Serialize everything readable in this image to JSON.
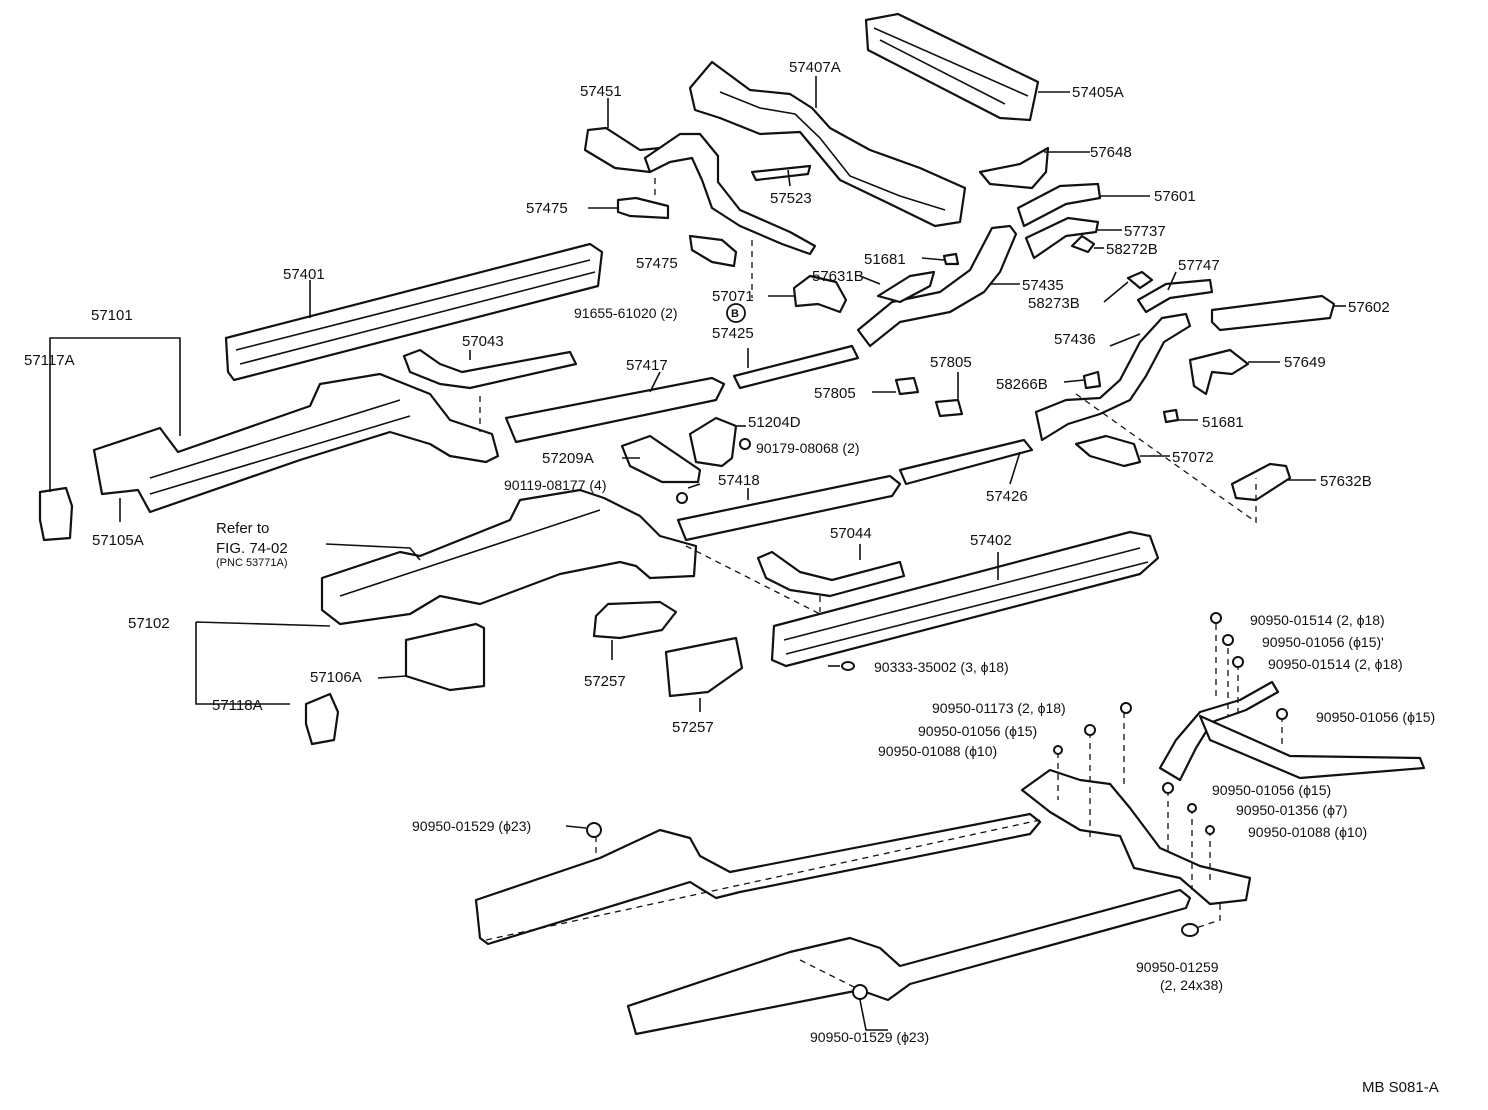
{
  "labels": {
    "p57405A": "57405A",
    "p57407A": "57407A",
    "p57451": "57451",
    "p57648": "57648",
    "p57523": "57523",
    "p57601": "57601",
    "p57475a": "57475",
    "p57475b": "57475",
    "p57737": "57737",
    "p58272B": "58272B",
    "p51681a": "51681",
    "p57747": "57747",
    "p57401": "57401",
    "p57631B": "57631B",
    "p57435": "57435",
    "p58273B": "58273B",
    "p57071": "57071",
    "p57602": "57602",
    "p57101": "57101",
    "p91655": "91655-61020 (2)",
    "bolt_b": "B",
    "p57425": "57425",
    "p57117A": "57117A",
    "p57043": "57043",
    "p57436": "57436",
    "p57805a": "57805",
    "p57649": "57649",
    "p57417": "57417",
    "p58266B": "58266B",
    "p57805b": "57805",
    "p51681b": "51681",
    "p51204D": "51204D",
    "p90179": "90179-08068 (2)",
    "p57209A": "57209A",
    "p57072": "57072",
    "p90119": "90119-08177 (4)",
    "p57418": "57418",
    "p57632B": "57632B",
    "p57426": "57426",
    "p57105A": "57105A",
    "refer1": "Refer to",
    "refer2": "FIG. 74-02",
    "refer3": "(PNC 53771A)",
    "p57044": "57044",
    "p57402": "57402",
    "p57102": "57102",
    "p90950_01514a": "90950-01514 (2, ϕ18)",
    "p90950_01056a": "90950-01056 (ϕ15)'",
    "p90950_01514b": "90950-01514 (2, ϕ18)",
    "p57257a": "57257",
    "p57106A": "57106A",
    "p90333": "90333-35002 (3, ϕ18)",
    "p90950_01173": "90950-01173 (2, ϕ18)",
    "p90950_01056b": "90950-01056 (ϕ15)",
    "p57118A": "57118A",
    "p90950_01056c": "90950-01056 (ϕ15)",
    "p57257b": "57257",
    "p90950_01088a": "90950-01088 (ϕ10)",
    "p90950_01056d": "90950-01056 (ϕ15)",
    "p90950_01356": "90950-01356 (ϕ7)",
    "p90950_01529a": "90950-01529 (ϕ23)",
    "p90950_01088b": "90950-01088 (ϕ10)",
    "p90950_01259a": "90950-01259",
    "p90950_01259b": "(2, 24x38)",
    "p90950_01529b": "90950-01529 (ϕ23)",
    "figure_code": "MB S081-A"
  }
}
